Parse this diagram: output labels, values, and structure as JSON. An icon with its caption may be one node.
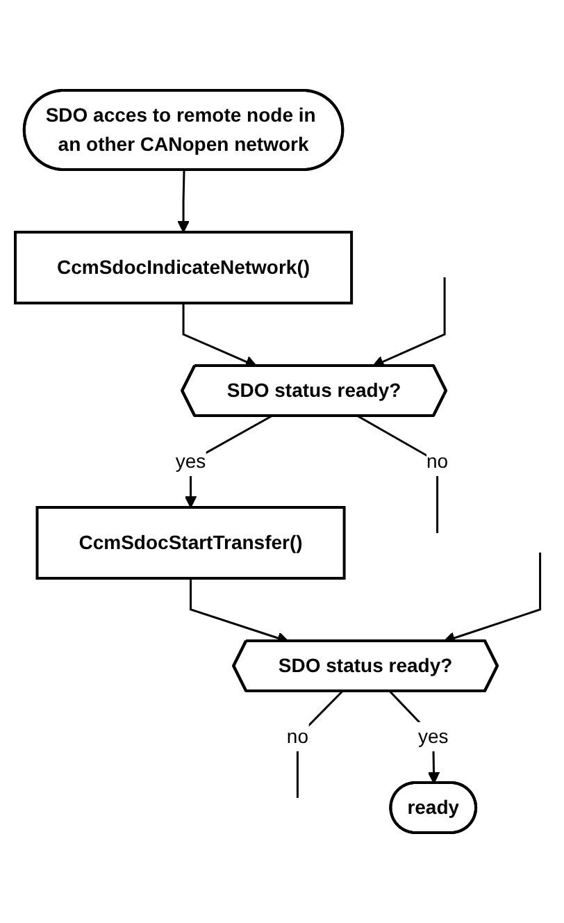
{
  "diagram": {
    "nodes": [
      {
        "text": [
          "SDO acces to remote node in an other CANopen network"
        ]
      },
      {
        "text": [
          "CcmSdocIndicateNetwork()"
        ]
      },
      {
        "text": [
          "SDO status ready?"
        ]
      },
      {
        "text": [
          "CcmSdocStartTransfer()"
        ]
      },
      {
        "text": [
          "SDO status ready?"
        ]
      },
      {
        "text": [
          "ready"
        ]
      }
    ],
    "edges": [
      {
        "from": 0,
        "to": 1,
        "arrow": "to"
      },
      {
        "from": 1,
        "to": 2,
        "arrow": "to"
      },
      {
        "from": null,
        "to": 2,
        "arrow": "to"
      },
      {
        "from": 2,
        "to": null,
        "arrow": "none",
        "label": "no"
      },
      {
        "from": 2,
        "to": 3,
        "arrow": "to",
        "label": "yes"
      },
      {
        "from": 3,
        "to": 4,
        "arrow": "to"
      },
      {
        "from": null,
        "to": 4,
        "arrow": "to"
      },
      {
        "from": 4,
        "to": null,
        "arrow": "none",
        "label": "no"
      },
      {
        "from": 4,
        "to": 5,
        "arrow": "to",
        "label": "yes"
      }
    ]
  }
}
